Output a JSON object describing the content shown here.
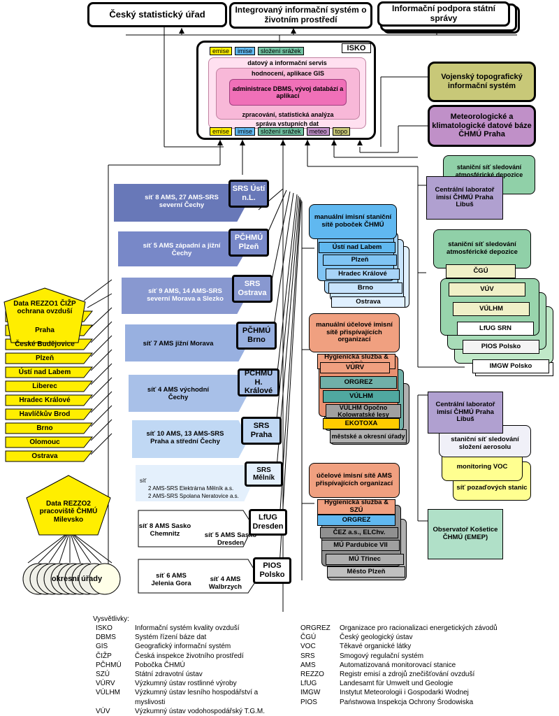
{
  "top": {
    "csu": "Český statistický úřad",
    "iis": "Integrovaný informační systém o životním prostředí",
    "ips": "Informační podpora státní správy"
  },
  "isko": {
    "title": "ISKO",
    "top_tags": [
      "emise",
      "imise",
      "složení srážek"
    ],
    "bottom_tags": [
      "emise",
      "imise",
      "složení srážek",
      "meteo",
      "topo"
    ],
    "layers": [
      "datový a informační servis",
      "hodnocení, aplikace GIS",
      "administrace DBMS, vývoj databází a aplikací",
      "zpracování, statistická analýza",
      "správa vstupních dat"
    ]
  },
  "vts": "Vojenský topografický informační systém",
  "meteo_db": "Meteorologické a klimatologické datové báze ČHMÚ Praha",
  "regions": [
    {
      "ams": "síť 8 AMS, 27 AMS-SRS severní Čechy",
      "center": "SRS Ústí n.L."
    },
    {
      "ams": "síť 5 AMS západní a jižní Čechy",
      "center": "PČHMÚ Plzeň"
    },
    {
      "ams": "síť 9 AMS, 14 AMS-SRS severní Morava a Slezko",
      "center": "SRS Ostrava"
    },
    {
      "ams": "síť 7 AMS jižní Morava",
      "center": "PČHMÚ Brno"
    },
    {
      "ams": "síť 4 AMS východní Čechy",
      "center": "PČHMÚ H. Králové"
    },
    {
      "ams": "síť 10 AMS, 13 AMS-SRS Praha a střední Čechy",
      "center": "SRS Praha"
    }
  ],
  "melnik": {
    "center": "SRS Mělník",
    "line1": "síť",
    "line2": "2 AMS-SRS Elektrárna Mělník a.s.",
    "line3": "2 AMS-SRS Spolana Neratovice a.s."
  },
  "lfug": {
    "left": "síť 8 AMS Sasko Chemnitz",
    "right": "síť 5 AMS Sasko Dresden",
    "center": "LfUG Dresden"
  },
  "pios": {
    "left": "síť 6 AMS Jelenia Gora",
    "right": "síť 4 AMS Walbrzych",
    "center": "PIOS Polsko"
  },
  "rezzo1": {
    "title": "Data REZZO1 ČIŽP ochrana ovzduší",
    "items": [
      "Praha",
      "České Budějovice",
      "Plzeň",
      "Ústí nad Labem",
      "Liberec",
      "Hradec Králové",
      "Havlíčkův Brod",
      "Brno",
      "Olomouc",
      "Ostrava"
    ]
  },
  "rezzo2": {
    "title": "Data REZZO2 pracoviště ČHMÚ Milevsko",
    "okresni": "okresní úřady"
  },
  "manualni_chmu": {
    "title": "manuální imisní staniční sítě poboček ČHMÚ",
    "items": [
      "Ústí nad Labem",
      "Plzeň",
      "Hradec Králové",
      "Brno",
      "Ostrava"
    ]
  },
  "manualni_ucelove": {
    "title": "manuální účelové imisní sítě přispívajících organizací",
    "items": [
      "Hygienická služba & SZÚ",
      "VÚRV",
      "ORGREZ",
      "VÚLHM",
      "VÚLHM Opočno Kolowratské lesy",
      "EKOTOXA",
      "městské a okresní úřady"
    ]
  },
  "ucelove_ams": {
    "title": "účelové imisní sítě AMS přispívajících organizací",
    "items": [
      "Hygienická služba & SZÚ",
      "ORGREZ",
      "ČEZ a.s., ELChv.",
      "MÚ Pardubice VII",
      "MÚ Třinec",
      "Město Plzeň"
    ]
  },
  "depozice_top": "staniční síť sledování atmosférické depozice ČHMÚ",
  "cl_praha_1": "Centrální laboratoř imisí ČHMÚ Praha Libuš",
  "depozice": {
    "title": "staniční síť sledování atmosférické depozice",
    "items": [
      "ČGÚ",
      "VÚV",
      "VÚLHM",
      "LfUG SRN",
      "PIOS Polsko",
      "IMGW Polsko"
    ]
  },
  "cl_praha_2": "Centrální laboratoř imisí ČHMÚ Praha Libuš",
  "aerosol": "staniční síť sledování složení aerosolu",
  "voc": "monitoring VOC",
  "pozadove": "síť pozaďových stanic",
  "kosetice": "Observatoř Košetice ČHMÚ (EMEP)",
  "legend": {
    "title": "Vysvětlivky:",
    "left": [
      {
        "abbr": "ISKO",
        "desc": "Informační systém kvality ovzduší"
      },
      {
        "abbr": "DBMS",
        "desc": "Systém řízení báze dat"
      },
      {
        "abbr": "GIS",
        "desc": "Geografický informační systém"
      },
      {
        "abbr": "ČIŽP",
        "desc": "Česká inspekce životního prostředí"
      },
      {
        "abbr": "PČHMÚ",
        "desc": "Pobočka ČHMÚ"
      },
      {
        "abbr": "SZÚ",
        "desc": "Státní zdravotní ústav"
      },
      {
        "abbr": "VÚRV",
        "desc": "Výzkumný ústav rostlinné výroby"
      },
      {
        "abbr": "VÚLHM",
        "desc": "Výzkumný ústav lesního hospodářství a myslivosti"
      },
      {
        "abbr": "VÚV",
        "desc": "Výzkumný ústav vodohospodářský T.G.M."
      }
    ],
    "right": [
      {
        "abbr": "ORGREZ",
        "desc": "Organizace pro racionalizaci energetických závodů"
      },
      {
        "abbr": "ČGÚ",
        "desc": "Český geologický ústav"
      },
      {
        "abbr": "VOC",
        "desc": "Těkavé organické látky"
      },
      {
        "abbr": "SRS",
        "desc": "Smogový regulační systém"
      },
      {
        "abbr": "AMS",
        "desc": "Automatizovaná monitorovací stanice"
      },
      {
        "abbr": "REZZO",
        "desc": "Registr emisí a zdrojů znečišťování ovzduší"
      },
      {
        "abbr": "LfUG",
        "desc": "Landesamt für Umwelt und Geologie"
      },
      {
        "abbr": "IMGW",
        "desc": "Instytut Meteorologii i Gospodarki Wodnej"
      },
      {
        "abbr": "PIOS",
        "desc": "Państwowa Inspekcja Ochrony Środowiska"
      }
    ]
  },
  "colors": {
    "isko_fill": "#ffe0f0",
    "isko_core": "#f070b8",
    "yellow": "#ffee00",
    "vts": "#c8c878",
    "meteo": "#c090c8",
    "blue_dark": "#6878b8",
    "blue_light": "#c8e0f8",
    "sky": "#60b8f0",
    "salmon": "#f0a080",
    "teal": "#50a8a0",
    "gray": "#a0a0a0",
    "green_dep": "#90d0a8",
    "cream": "#f0f0c8",
    "lavender": "#b0a0d0",
    "voc": "#ffff90"
  }
}
